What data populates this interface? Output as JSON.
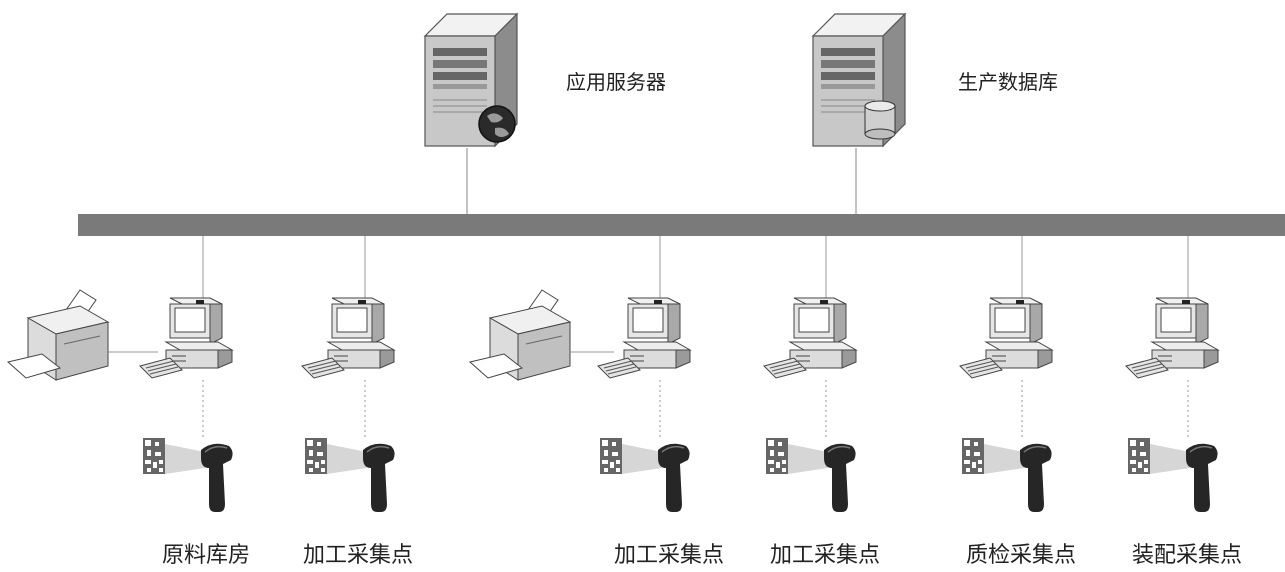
{
  "servers": [
    {
      "label": "应用服务器",
      "kind": "web-server"
    },
    {
      "label": "生产数据库",
      "kind": "database-server"
    }
  ],
  "stations": [
    {
      "label": "原料库房",
      "has_printer": true
    },
    {
      "label": "加工采集点",
      "has_printer": false
    },
    {
      "label": "加工采集点",
      "has_printer": true
    },
    {
      "label": "加工采集点",
      "has_printer": false
    },
    {
      "label": "质检采集点",
      "has_printer": false
    },
    {
      "label": "装配采集点",
      "has_printer": false
    }
  ],
  "colors": {
    "bus": "#7a7a7a",
    "line": "#9a9a9a",
    "device": "#d9d9d9",
    "dark": "#333333"
  }
}
